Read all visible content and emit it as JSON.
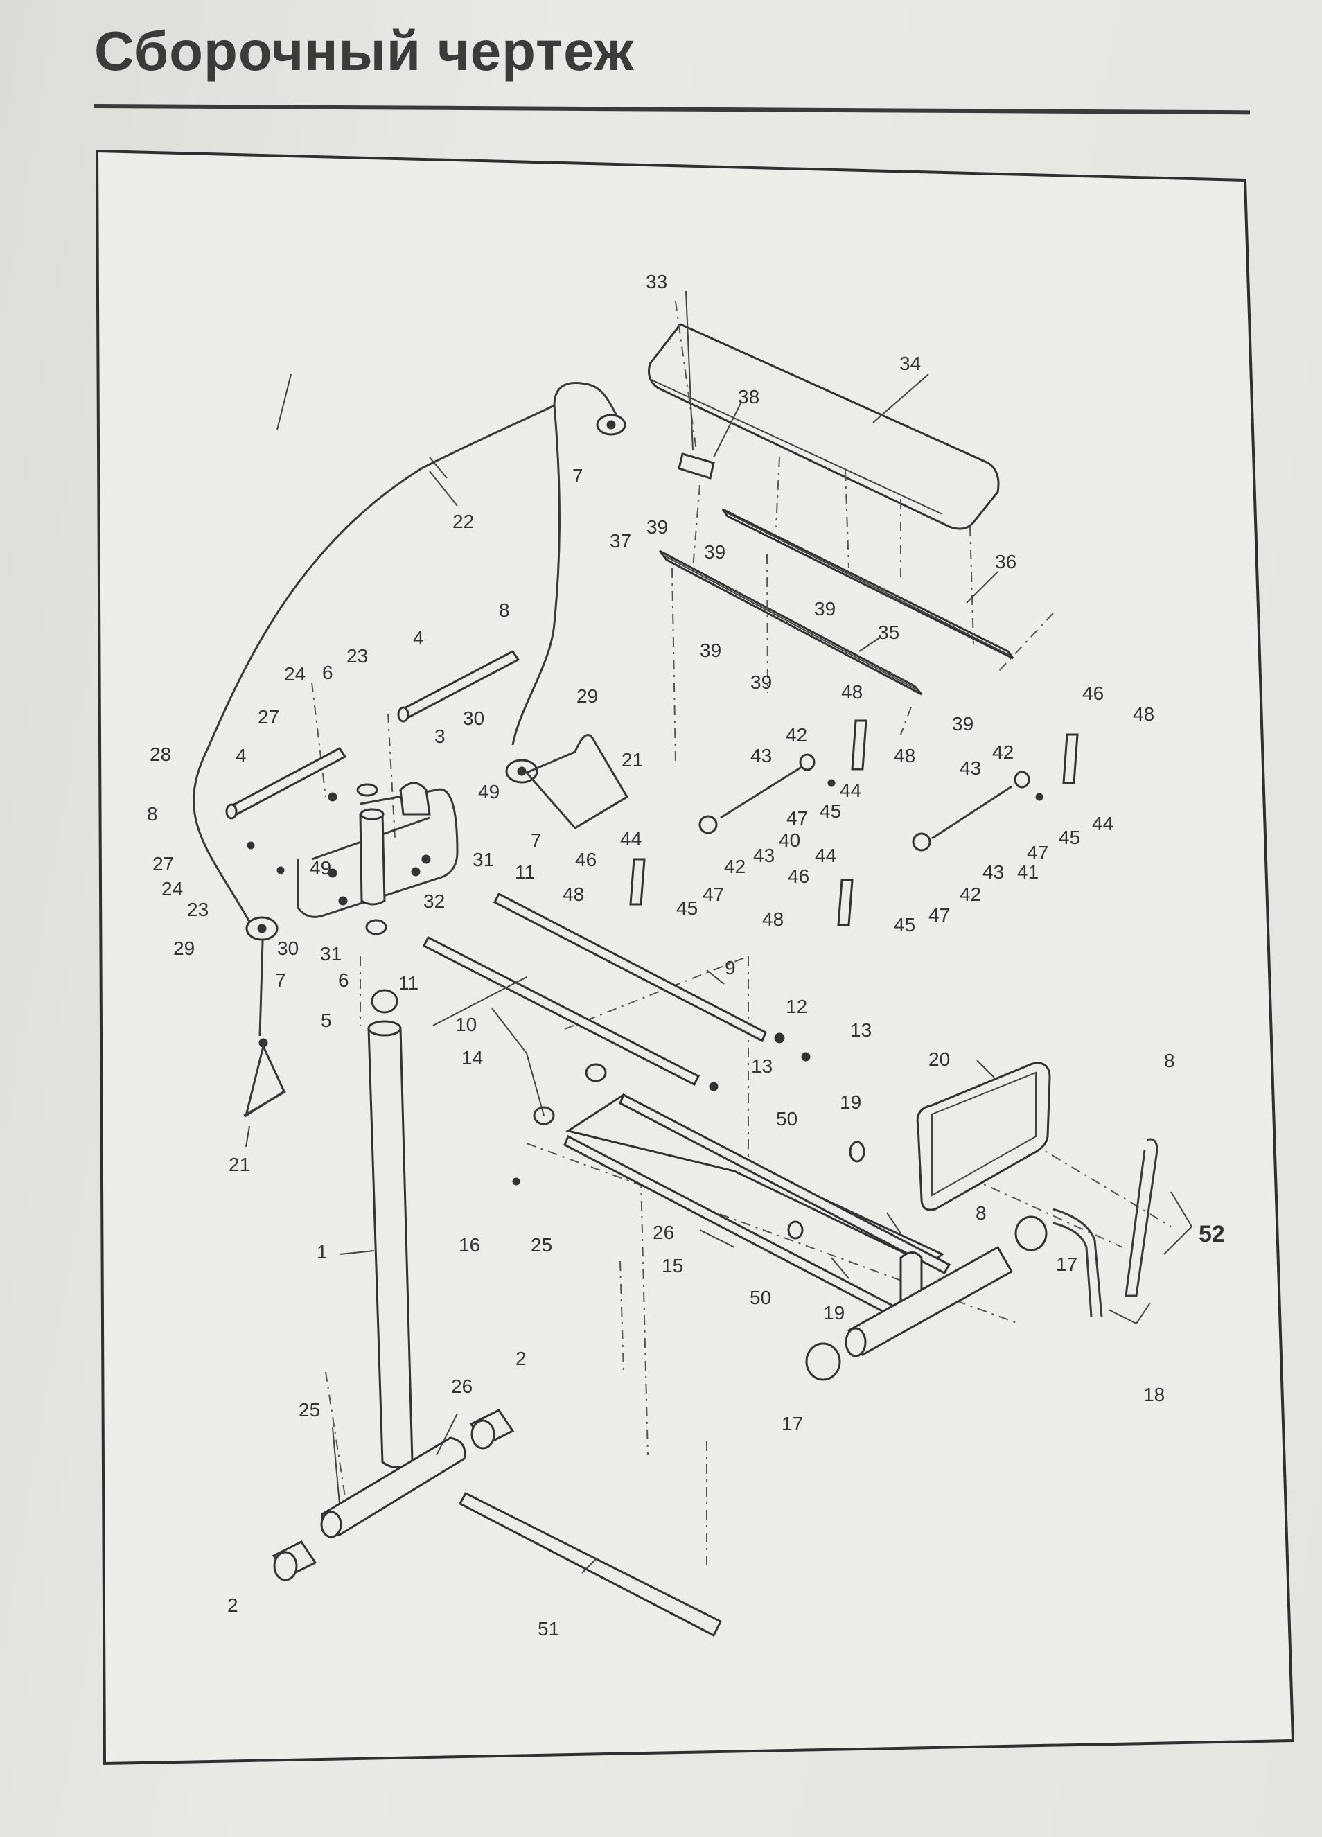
{
  "title": "Сборочный чертеж",
  "labels": {
    "p1": "1",
    "p2a": "2",
    "p2b": "2",
    "p3": "3",
    "p4a": "4",
    "p4b": "4",
    "p5": "5",
    "p6a": "6",
    "p6b": "6",
    "p7a": "7",
    "p7b": "7",
    "p7c": "7",
    "p8a": "8",
    "p8b": "8",
    "p8c": "8",
    "p8d": "8",
    "p9": "9",
    "p10": "10",
    "p11a": "11",
    "p11b": "11",
    "p12": "12",
    "p13a": "13",
    "p13b": "13",
    "p14": "14",
    "p15": "15",
    "p16": "16",
    "p17a": "17",
    "p17b": "17",
    "p18": "18",
    "p19a": "19",
    "p19b": "19",
    "p20": "20",
    "p21a": "21",
    "p21b": "21",
    "p22": "22",
    "p23a": "23",
    "p23b": "23",
    "p24a": "24",
    "p24b": "24",
    "p25a": "25",
    "p25b": "25",
    "p26a": "26",
    "p26b": "26",
    "p27a": "27",
    "p27b": "27",
    "p28": "28",
    "p29a": "29",
    "p29b": "29",
    "p30a": "30",
    "p30b": "30",
    "p31a": "31",
    "p31b": "31",
    "p32": "32",
    "p33": "33",
    "p34": "34",
    "p35": "35",
    "p36": "36",
    "p37": "37",
    "p38": "38",
    "p39a": "39",
    "p39b": "39",
    "p39c": "39",
    "p39d": "39",
    "p39e": "39",
    "p40": "40",
    "p41": "41",
    "p42a": "42",
    "p42b": "42",
    "p42c": "42",
    "p42d": "42",
    "p43a": "43",
    "p43b": "43",
    "p43c": "43",
    "p43d": "43",
    "p44a": "44",
    "p44b": "44",
    "p44c": "44",
    "p44d": "44",
    "p45a": "45",
    "p45b": "45",
    "p45c": "45",
    "p45d": "45",
    "p46a": "46",
    "p46b": "46",
    "p46c": "46",
    "p47a": "47",
    "p47b": "47",
    "p47c": "47",
    "p47d": "47",
    "p48a": "48",
    "p48b": "48",
    "p48c": "48",
    "p48d": "48",
    "p48e": "48",
    "p49a": "49",
    "p49b": "49",
    "p50a": "50",
    "p50b": "50",
    "p51": "51",
    "p52": "52"
  }
}
